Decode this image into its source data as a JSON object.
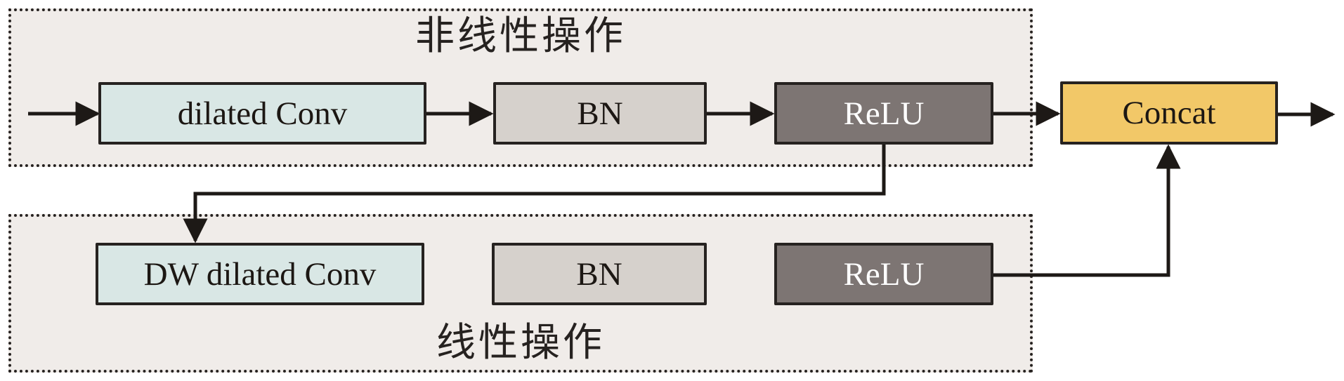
{
  "groups": {
    "nonlinear": {
      "title": "非线性操作"
    },
    "linear": {
      "title": "线性操作"
    }
  },
  "nodes": {
    "dilated_conv": "dilated Conv",
    "bn_top": "BN",
    "relu_top": "ReLU",
    "dw_dilated_conv": "DW dilated Conv",
    "bn_bottom": "BN",
    "relu_bottom": "ReLU",
    "concat": "Concat"
  },
  "colors": {
    "group-fill": "#f0ece9",
    "conv-fill": "#d9e7e5",
    "bn-fill": "#d6d1cc",
    "relu-fill": "#7d7573",
    "concat-fill": "#f2c868",
    "border": "#262220",
    "arrow": "#1d1916"
  }
}
